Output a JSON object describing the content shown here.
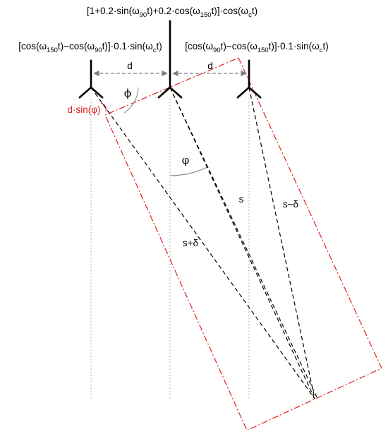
{
  "formulas": {
    "center": {
      "open": "[1+0.2·sin(ω",
      "sub1": "90",
      "mid1": "t)+0.2·cos(ω",
      "sub2": "150",
      "mid2": "t)]·cos(ω",
      "sub3": "c",
      "close": "t)"
    },
    "left": {
      "open": "[cos(ω",
      "sub1": "150",
      "mid1": "t)−cos(ω",
      "sub2": "90",
      "mid2": "t)]·0.1·sin(ω",
      "sub3": "c",
      "close": "t)"
    },
    "right": {
      "open": "[cos(ω",
      "sub1": "90",
      "mid1": "t)−cos(ω",
      "sub2": "150",
      "mid2": "t)]·0.1·sin(ω",
      "sub3": "c",
      "close": "t)"
    }
  },
  "labels": {
    "d_left": "d",
    "d_right": "d",
    "phi_upper": "ϕ",
    "phi_lower": "φ",
    "path_delay": "d·sin(φ)",
    "s_center": "s",
    "s_minus": "s−δ",
    "s_plus": "s+δ"
  },
  "colors": {
    "red": "#e0201e",
    "arrow_gray": "#7f7f7f",
    "guide_gray": "#9a9a9a",
    "line_black": "#000000"
  }
}
